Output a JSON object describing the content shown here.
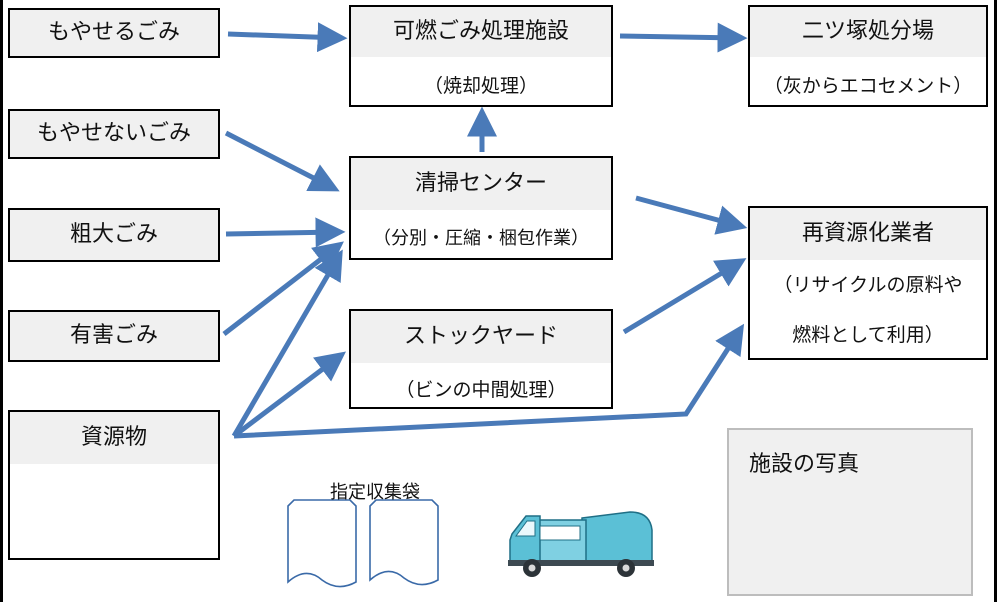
{
  "sources": {
    "moyaseru": "もやせるごみ",
    "moyasenai": "もやせないごみ",
    "sodai": "粗大ごみ",
    "yugai": "有害ごみ",
    "shigen": "資源物"
  },
  "facilities": {
    "kanen": {
      "title": "可燃ごみ処理施設",
      "note": "（焼却処理）"
    },
    "seiso": {
      "title": "清掃センター",
      "note": "（分別・圧縮・梱包作業）"
    },
    "stock": {
      "title": "ストックヤード",
      "note": "（ビンの中間処理）"
    }
  },
  "destinations": {
    "futatsu": {
      "title": "二ツ塚処分場",
      "note": "（灰からエコセメント）"
    },
    "saishigen": {
      "title": "再資源化業者",
      "note_line1": "（リサイクルの原料や",
      "note_line2": "燃料として利用）"
    }
  },
  "photo_label": "施設の写真",
  "bag_label": "指定収集袋",
  "colors": {
    "arrow": "#4a7ab8",
    "truck_body": "#5bc0d6",
    "header_bg": "#f0f0f0"
  },
  "icons": [
    "collection-bag-icon",
    "garbage-truck-icon"
  ]
}
